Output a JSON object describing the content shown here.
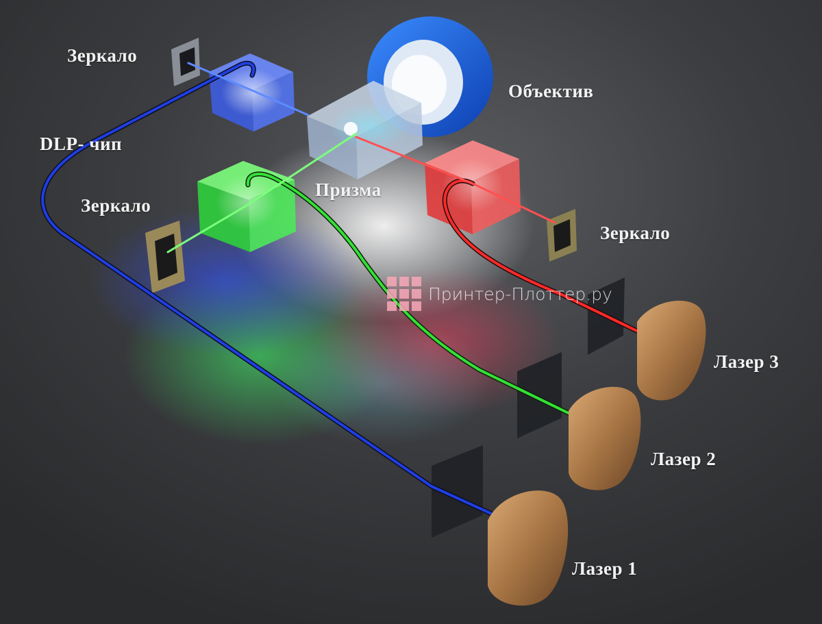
{
  "diagram": {
    "title": "Laser DLP projector optical scheme",
    "labels": {
      "mirror_top_left": "Зеркало",
      "dlp_chip": "DLP- чип",
      "mirror_left": "Зеркало",
      "prism": "Призма",
      "lens": "Объектив",
      "mirror_right": "Зеркало",
      "laser_3": "Лазер 3",
      "laser_2": "Лазер 2",
      "laser_1": "Лазер 1"
    },
    "watermark": {
      "text": "Принтер-Плоттер.ру",
      "icon": "grid-logo-icon"
    },
    "colors": {
      "background": "#3a3b3d",
      "beam_blue": "#1f3fe0",
      "beam_green": "#35e035",
      "beam_red": "#ff2a2a",
      "lens_blue": "#1f6fe0",
      "laser_bronze": "#b08050",
      "label_text": "#f2f2f2",
      "watermark_pink": "#f7a8b8"
    },
    "components": [
      {
        "name": "Laser 1",
        "color": "blue"
      },
      {
        "name": "Laser 2",
        "color": "green"
      },
      {
        "name": "Laser 3",
        "color": "red"
      },
      {
        "name": "Prism"
      },
      {
        "name": "Lens"
      },
      {
        "name": "DLP chip"
      },
      {
        "name": "Mirror",
        "count": 3
      }
    ]
  }
}
